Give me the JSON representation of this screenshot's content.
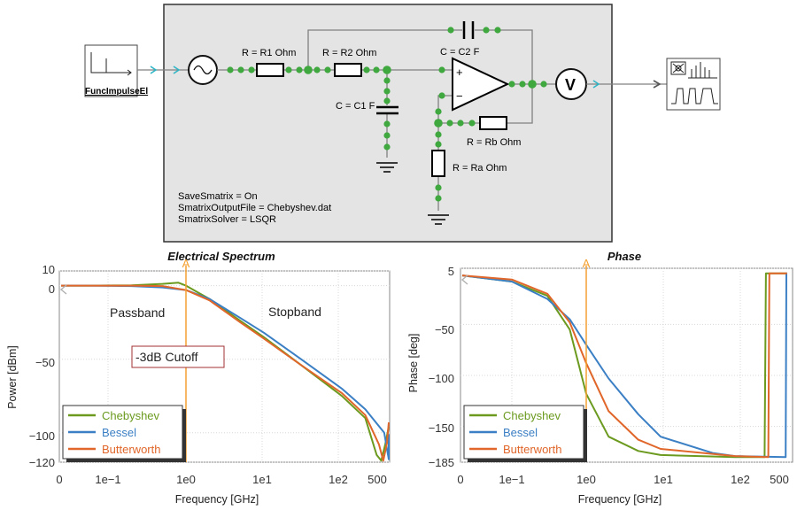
{
  "schematic": {
    "source_label": "FuncImpulseEl",
    "components": {
      "r1": "R = R1 Ohm",
      "r2": "R = R2 Ohm",
      "c1": "C = C1 F",
      "c2": "C = C2 F",
      "rb": "R = Rb Ohm",
      "ra": "R = Ra Ohm",
      "meter": "V",
      "op_plus": "+",
      "op_minus": "−"
    },
    "settings": [
      "SaveSmatrix = On",
      "SmatrixOutputFile = Chebyshev.dat",
      "SmatrixSolver = LSQR"
    ]
  },
  "chart_data": [
    {
      "type": "line",
      "title": "Electrical Spectrum",
      "xlabel": "Frequency [GHz]",
      "ylabel": "Power [dBm]",
      "x_ticks": [
        "0",
        "1e−1",
        "1e0",
        "1e1",
        "1e2",
        "500"
      ],
      "x_scale": "log",
      "y_ticks": [
        "10",
        "0",
        "−50",
        "−100",
        "−120"
      ],
      "ylim": [
        -120,
        10
      ],
      "marker": {
        "label": "A",
        "x": 1
      },
      "annotations": [
        "Passband",
        "Stopband",
        "-3dB Cutoff"
      ],
      "legend_position": "bottom-left",
      "series": [
        {
          "name": "Chebyshev",
          "color": "#6b9a1f",
          "points": [
            [
              0.003,
              0
            ],
            [
              0.05,
              0
            ],
            [
              0.2,
              0.2
            ],
            [
              0.5,
              1.2
            ],
            [
              0.8,
              2
            ],
            [
              1,
              0
            ],
            [
              2,
              -9
            ],
            [
              5,
              -24
            ],
            [
              10,
              -35
            ],
            [
              30,
              -54
            ],
            [
              100,
              -75
            ],
            [
              200,
              -90
            ],
            [
              280,
              -115
            ],
            [
              320,
              -119
            ],
            [
              360,
              -108
            ],
            [
              500,
              -96
            ]
          ]
        },
        {
          "name": "Bessel",
          "color": "#3b7fc4",
          "points": [
            [
              0.003,
              0
            ],
            [
              0.05,
              0
            ],
            [
              0.2,
              -0.3
            ],
            [
              0.5,
              -1.2
            ],
            [
              1,
              -3
            ],
            [
              2,
              -9
            ],
            [
              5,
              -22
            ],
            [
              10,
              -32
            ],
            [
              30,
              -50
            ],
            [
              100,
              -70
            ],
            [
              200,
              -84
            ],
            [
              350,
              -100
            ],
            [
              420,
              -118
            ],
            [
              470,
              -108
            ],
            [
              500,
              -101
            ]
          ]
        },
        {
          "name": "Butterworth",
          "color": "#e0662a",
          "points": [
            [
              0.003,
              0
            ],
            [
              0.05,
              0
            ],
            [
              0.2,
              0
            ],
            [
              0.5,
              -0.3
            ],
            [
              1,
              -3
            ],
            [
              2,
              -10
            ],
            [
              5,
              -25
            ],
            [
              10,
              -36
            ],
            [
              30,
              -54
            ],
            [
              100,
              -73
            ],
            [
              200,
              -88
            ],
            [
              300,
              -108
            ],
            [
              340,
              -119
            ],
            [
              380,
              -107
            ],
            [
              500,
              -93
            ]
          ]
        }
      ]
    },
    {
      "type": "line",
      "title": "Phase",
      "xlabel": "Frequency [GHz]",
      "ylabel": "Phase [deg]",
      "x_ticks": [
        "0",
        "1e−1",
        "1e0",
        "1e1",
        "1e2",
        "500"
      ],
      "x_scale": "log",
      "y_ticks": [
        "5",
        "−50",
        "−100",
        "−150",
        "−185"
      ],
      "ylim": [
        -185,
        5
      ],
      "marker": {
        "label": "A",
        "x": 1
      },
      "legend_position": "bottom-left",
      "series": [
        {
          "name": "Chebyshev",
          "color": "#6b9a1f",
          "points": [
            [
              0.003,
              -2
            ],
            [
              0.1,
              -8
            ],
            [
              0.3,
              -22
            ],
            [
              0.6,
              -55
            ],
            [
              1,
              -118
            ],
            [
              2,
              -160
            ],
            [
              5,
              -174
            ],
            [
              10,
              -178
            ],
            [
              100,
              -180
            ],
            [
              250,
              -180
            ],
            [
              260,
              0
            ],
            [
              500,
              0
            ]
          ]
        },
        {
          "name": "Bessel",
          "color": "#3b7fc4",
          "points": [
            [
              0.003,
              -2
            ],
            [
              0.1,
              -8
            ],
            [
              0.3,
              -25
            ],
            [
              0.6,
              -45
            ],
            [
              1,
              -70
            ],
            [
              2,
              -103
            ],
            [
              5,
              -138
            ],
            [
              10,
              -160
            ],
            [
              50,
              -176
            ],
            [
              100,
              -179
            ],
            [
              480,
              -180
            ],
            [
              490,
              0
            ],
            [
              500,
              0
            ]
          ]
        },
        {
          "name": "Butterworth",
          "color": "#e0662a",
          "points": [
            [
              0.003,
              -2
            ],
            [
              0.1,
              -6
            ],
            [
              0.3,
              -20
            ],
            [
              0.6,
              -48
            ],
            [
              1,
              -88
            ],
            [
              2,
              -135
            ],
            [
              5,
              -163
            ],
            [
              10,
              -172
            ],
            [
              100,
              -179
            ],
            [
              280,
              -180
            ],
            [
              290,
              0
            ],
            [
              500,
              0
            ]
          ]
        }
      ]
    }
  ]
}
